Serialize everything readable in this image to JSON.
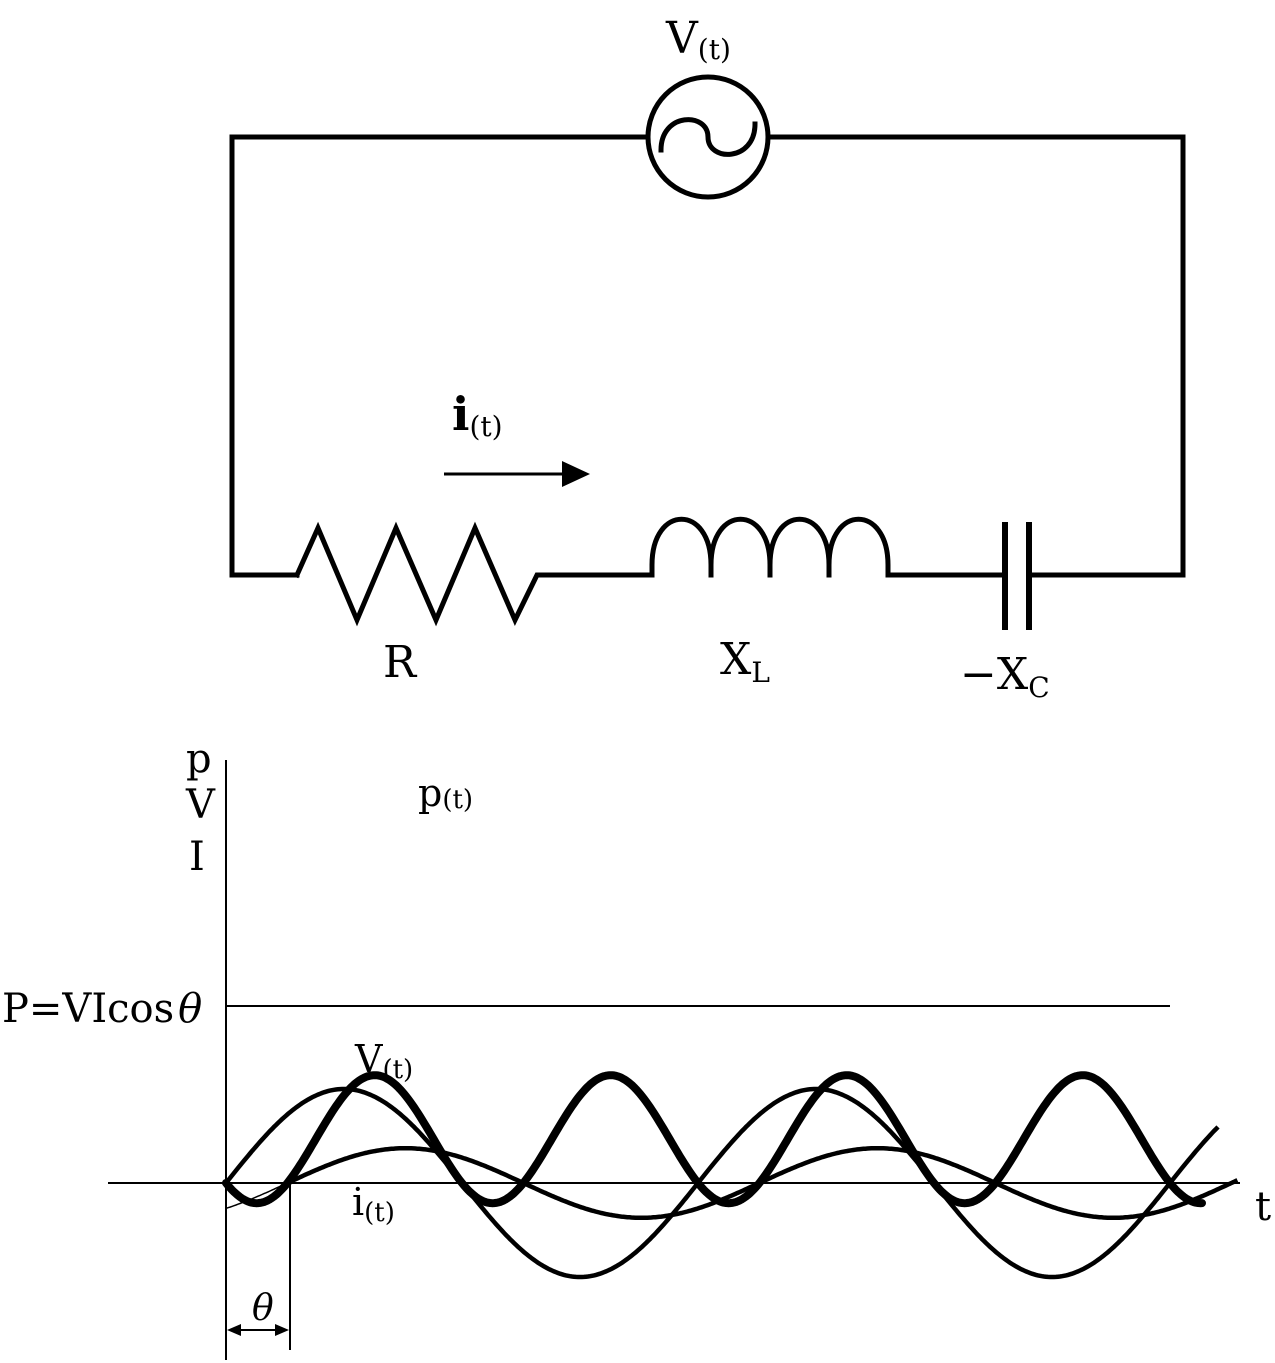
{
  "circuit": {
    "source": {
      "label": "V",
      "sub": "(t)"
    },
    "current": {
      "label": "i",
      "sub": "(t)"
    },
    "resistor": {
      "label": "R"
    },
    "inductor": {
      "label": "X",
      "sub": "L"
    },
    "capacitor": {
      "label": "−X",
      "sub": "C"
    }
  },
  "waveforms": {
    "y_axis_labels": [
      "p",
      "V",
      "I"
    ],
    "x_axis_label": "t",
    "average_power_label": {
      "text": "P=VIcos",
      "symbol": "θ"
    },
    "phase_label": "θ",
    "curve_labels": {
      "power": {
        "label": "p",
        "sub": "(t)"
      },
      "voltage": {
        "label": "V",
        "sub": "(t)"
      },
      "current": {
        "label": "i",
        "sub": "(t)"
      }
    },
    "voltage_amplitude": 1.0,
    "current_amplitude": 0.37,
    "phase_fraction_of_period": 0.13
  }
}
